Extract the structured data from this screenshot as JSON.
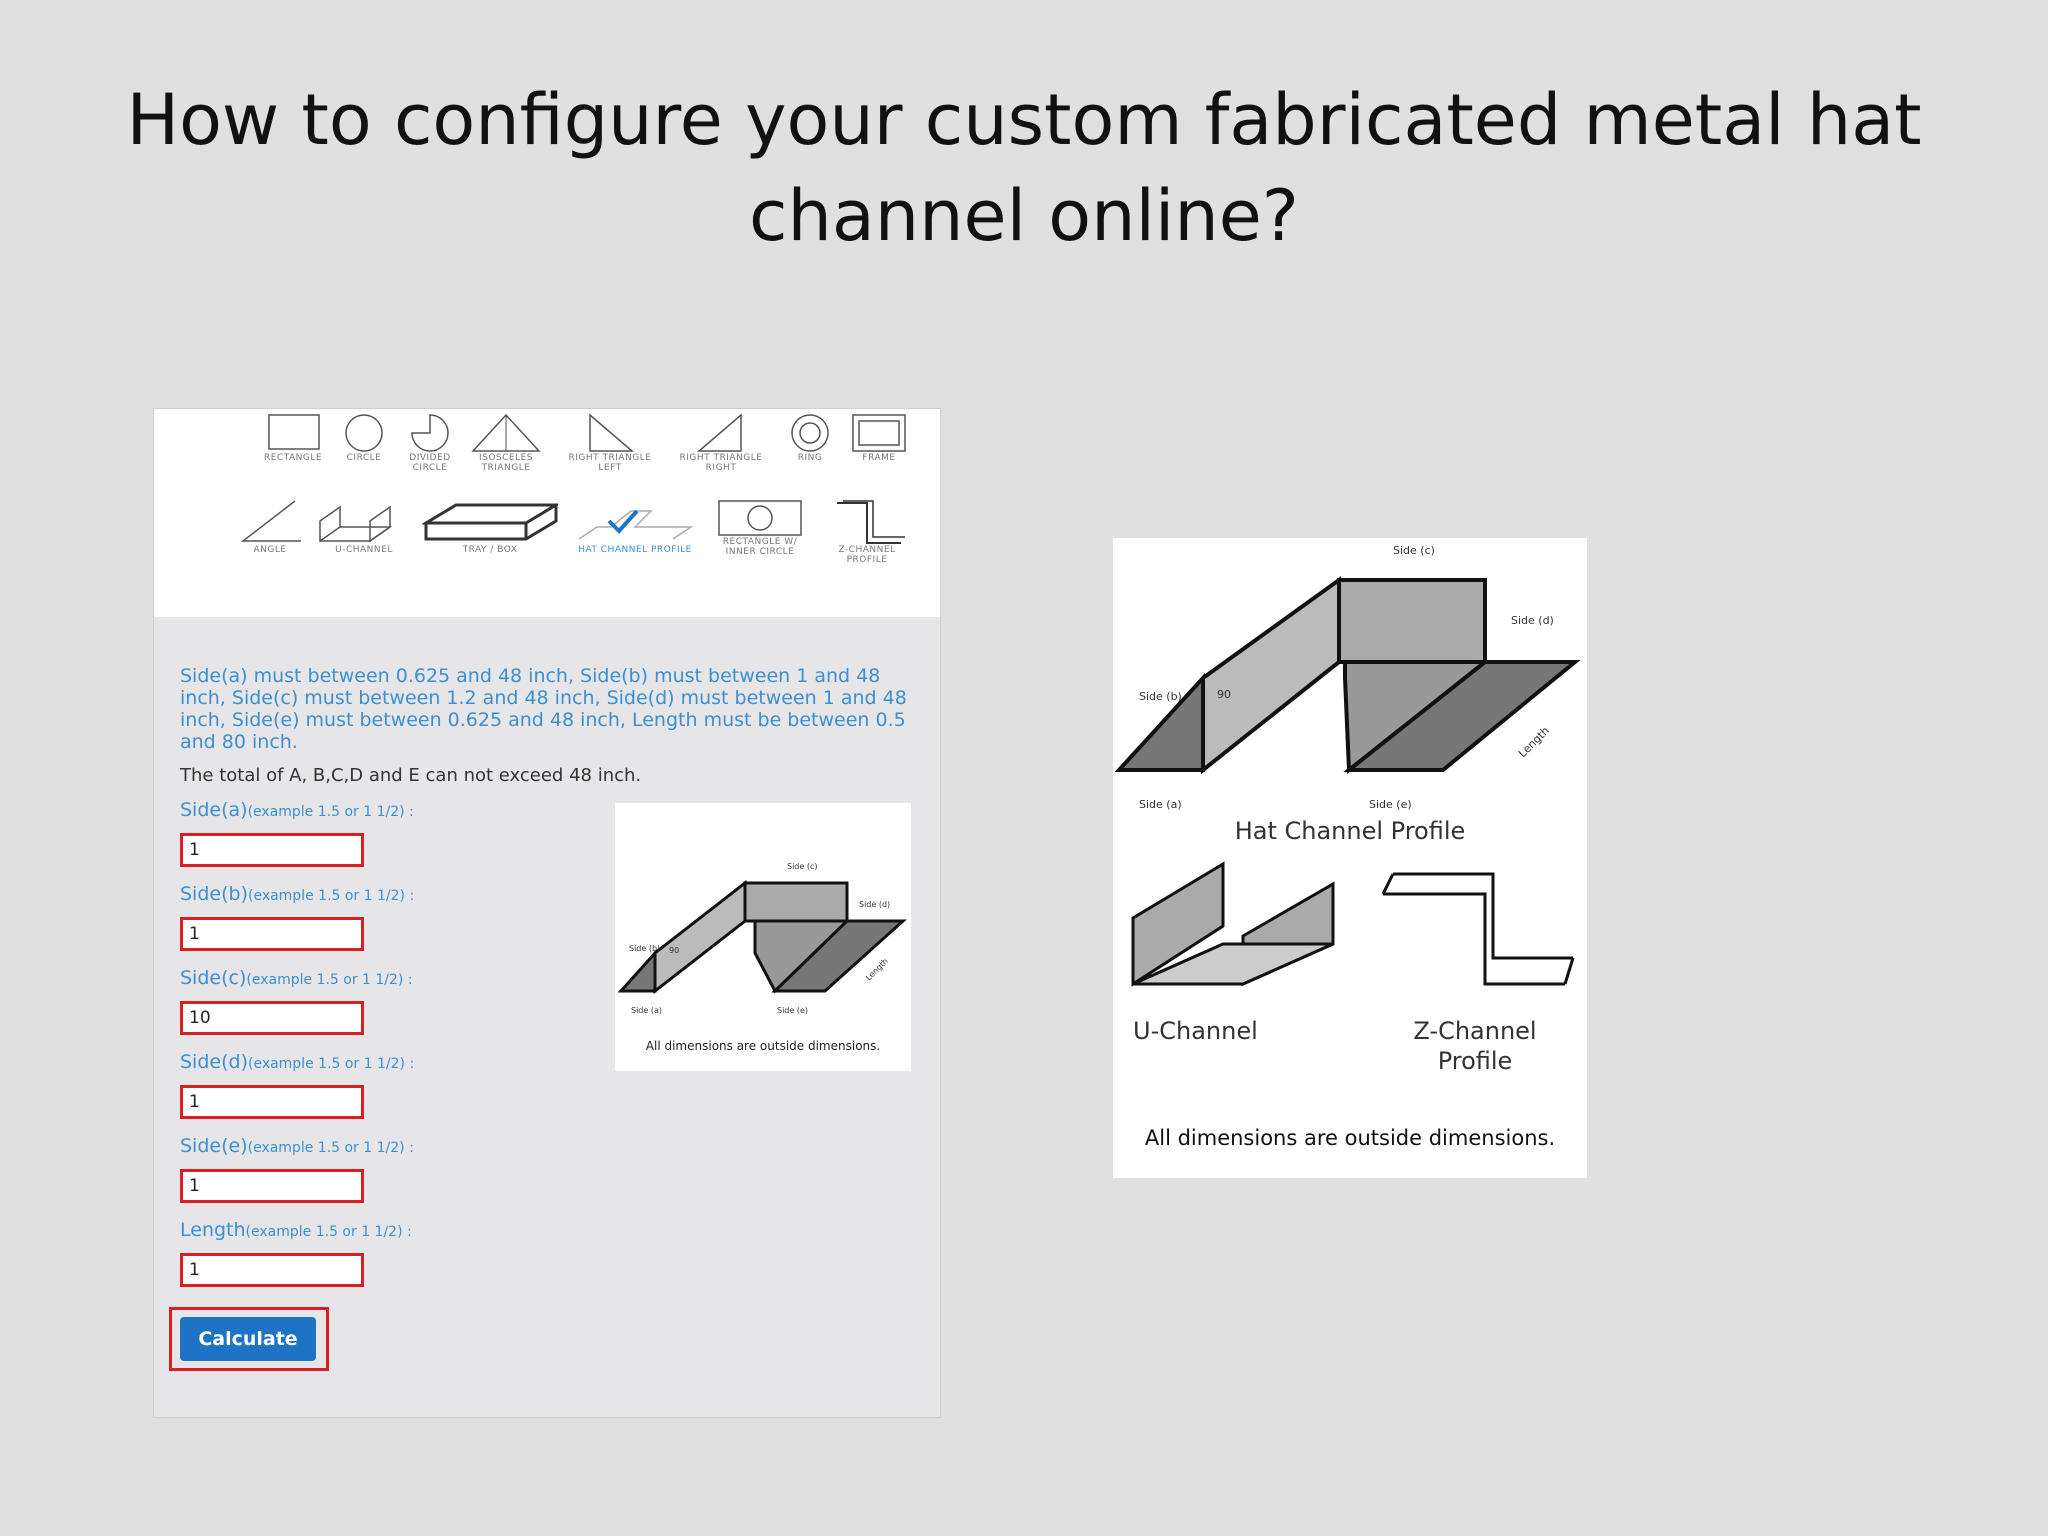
{
  "slide": {
    "title_line1": "How to configure your custom fabricated metal hat",
    "title_line2": "channel online?"
  },
  "shape_picker": {
    "row1": [
      "RECTANGLE",
      "CIRCLE",
      "DIVIDED CIRCLE",
      "ISOSCELES TRIANGLE",
      "RIGHT TRIANGLE LEFT",
      "RIGHT TRIANGLE RIGHT",
      "RING",
      "FRAME"
    ],
    "row2": [
      "ANGLE",
      "U-CHANNEL",
      "TRAY / BOX",
      "HAT CHANNEL PROFILE",
      "RECTANGLE W/ INNER CIRCLE",
      "Z-CHANNEL PROFILE"
    ],
    "selected": "HAT CHANNEL PROFILE"
  },
  "form": {
    "constraint_text": "Side(a) must between 0.625 and 48 inch, Side(b) must between 1 and 48 inch, Side(c) must between 1.2 and 48 inch, Side(d) must between 1 and 48 inch, Side(e) must between 0.625 and 48 inch, Length must be between 0.5 and 80 inch.",
    "limit_text": "The total of A, B,C,D and E can not exceed 48 inch.",
    "hint": "(example 1.5 or 1 1/2) :",
    "fields": [
      {
        "label": "Side(a)",
        "value": "1"
      },
      {
        "label": "Side(b)",
        "value": "1"
      },
      {
        "label": "Side(c)",
        "value": "10"
      },
      {
        "label": "Side(d)",
        "value": "1"
      },
      {
        "label": "Side(e)",
        "value": "1"
      },
      {
        "label": "Length",
        "value": "1"
      }
    ],
    "calculate_label": "Calculate"
  },
  "mini_diagram": {
    "note": "All dimensions are outside dimensions.",
    "dims": {
      "a": "Side (a)",
      "b": "Side (b)",
      "c": "Side (c)",
      "d": "Side (d)",
      "e": "Side (e)",
      "length": "Length",
      "angle": "90"
    }
  },
  "big_diagram": {
    "hat_caption": "Hat Channel Profile",
    "u_caption": "U-Channel",
    "z_caption_line1": "Z-Channel",
    "z_caption_line2": "Profile",
    "note": "All dimensions are outside dimensions.",
    "dims": {
      "a": "Side (a)",
      "b": "Side (b)",
      "c": "Side (c)",
      "d": "Side (d)",
      "e": "Side (e)",
      "length": "Length",
      "angle": "90"
    }
  }
}
